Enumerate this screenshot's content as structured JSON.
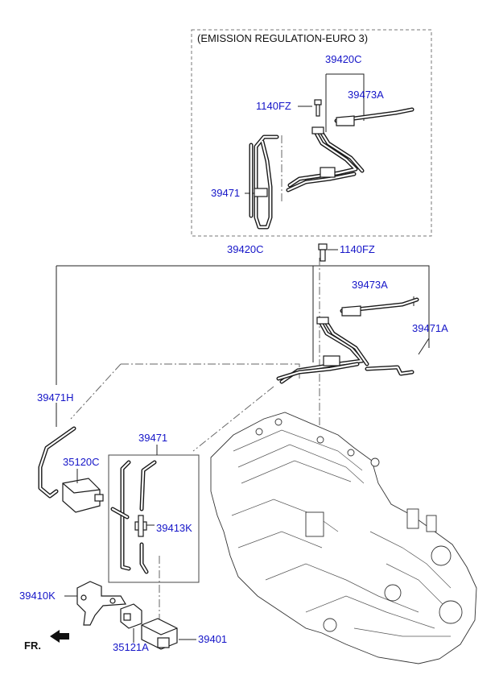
{
  "diagram": {
    "header_note": "(EMISSION REGULATION-EURO 3)",
    "labels": {
      "p39420C_top": "39420C",
      "p1140FZ_top": "1140FZ",
      "p39473A_top": "39473A",
      "p39471_top": "39471",
      "p39420C": "39420C",
      "p1140FZ": "1140FZ",
      "p39473A": "39473A",
      "p39471A": "39471A",
      "p39471H": "39471H",
      "p39471": "39471",
      "p35120C": "35120C",
      "p39413K": "39413K",
      "p39410K": "39410K",
      "p35121A": "35121A",
      "p39401": "39401"
    },
    "front_indicator": "FR."
  }
}
